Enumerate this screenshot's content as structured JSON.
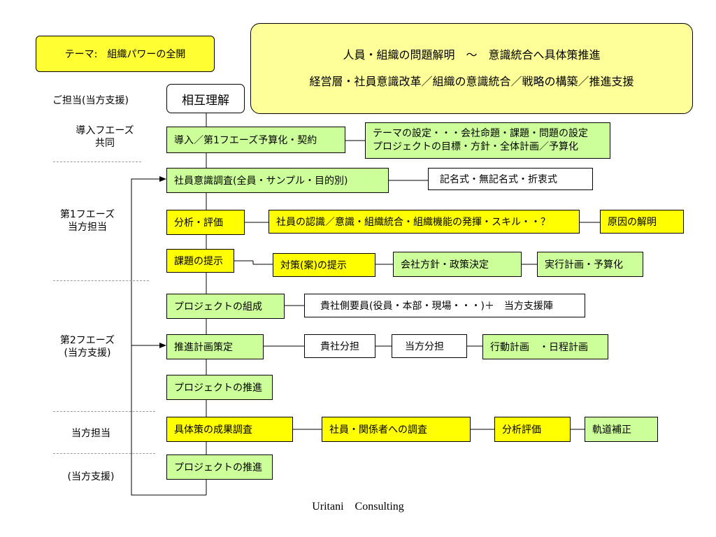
{
  "theme_label": "テーマ:　組織パワーの全開",
  "header": {
    "line1": "人員・組織の問題解明　～　意識統合へ具体策推進",
    "line2": "経営層・社員意識改革／組織の意識統合／戦略の構築／推進支援"
  },
  "start_label": "相互理解",
  "phase_labels": {
    "support_top": "ご担当(当方支援)",
    "intro_1": "導入フエーズ",
    "intro_2": "共同",
    "phase1_1": "第1フエーズ",
    "phase1_2": "当方担当",
    "phase2_1": "第2フエーズ",
    "phase2_2": "(当方支援)",
    "ours": "当方担当",
    "support_bottom": "(当方支援)"
  },
  "steps": {
    "intro": "導入／第1フエーズ予算化・契約",
    "intro_detail_1": "テーマの設定・・・会社命題・課題・問題の設定",
    "intro_detail_2": "プロジェクトの目標・方針・全体計画／予算化",
    "survey": "社員意識調査(全員・サンプル・目的別)",
    "survey_detail": "記名式・無記名式・折衷式",
    "analysis": "分析・評価",
    "analysis_detail": "社員の認識／意識・組織統合・組織機能の発揮・スキル・・？",
    "analysis_cause": "原因の解明",
    "issue": "課題の提示",
    "measure": "対策(案)の提示",
    "policy": "会社方針・政策決定",
    "plan_budget": "実行計画・予算化",
    "project_form": "プロジェクトの組成",
    "project_members": "貴社側要員(役員・本部・現場・・・)＋　当方支援陣",
    "promo_plan": "推進計画策定",
    "client_share": "貴社分担",
    "our_share": "当方分担",
    "action_plan": "行動計画　・日程計画",
    "project_promo": "プロジェクトの推進",
    "result_survey": "具体策の成果調査",
    "stakeholder_survey": "社員・関係者への調査",
    "analysis_eval": "分析評価",
    "course_correct": "軌道補正",
    "project_promo_2": "プロジェクトの推進"
  },
  "footer": "Uritani　Consulting"
}
